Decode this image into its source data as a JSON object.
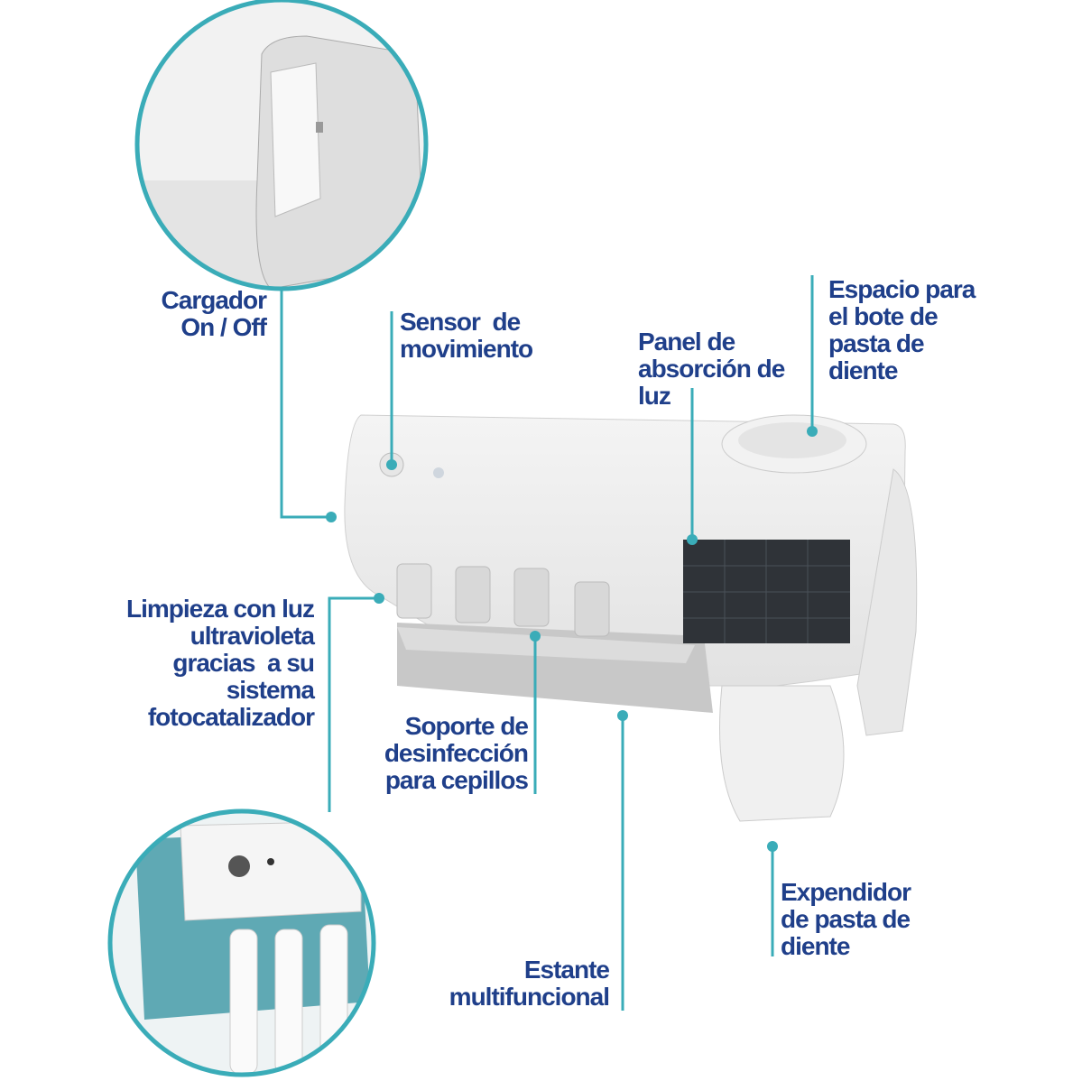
{
  "labels": {
    "charger": "Cargador\nOn / Off",
    "sensor": "Sensor  de\nmovimiento",
    "panel": "Panel de\nabsorción de\nluz",
    "space": "Espacio para\nel bote de\npasta de\ndiente",
    "uv": "Limpieza con luz\nultravioleta\ngracias  a su\nsistema\nfotocatalizador",
    "holder": "Soporte de\ndesinfección\npara cepillos",
    "shelf": "Estante\nmultifuncional",
    "dispenser": "Expendidor\nde pasta de\ndiente"
  },
  "colors": {
    "text": "#1f3f8a",
    "line": "#3aacb8"
  }
}
